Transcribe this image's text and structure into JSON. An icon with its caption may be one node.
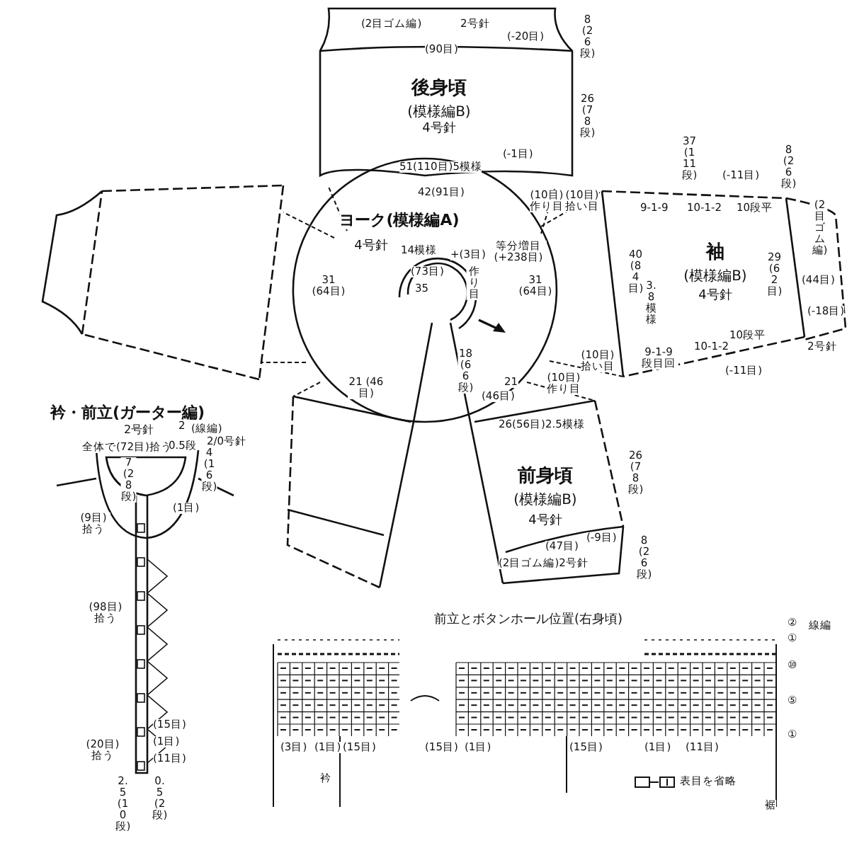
{
  "diagram": {
    "nodes": [
      {
        "text": [
          "後身頃",
          "(模様編B)",
          "4号針"
        ]
      },
      {
        "text": [
          "ヨーク(模様編A)",
          "4号針"
        ]
      },
      {
        "text": [
          "袖",
          "(模様編B)",
          "4号針"
        ]
      },
      {
        "text": [
          "前身頃",
          "(模様編B)",
          "4号針"
        ]
      },
      {
        "text": [],
        "shape": "box"
      },
      {
        "text": [],
        "shape": "box"
      },
      {
        "text": [
          "衿・前立(ガーター編)",
          "2号針"
        ]
      },
      {
        "text": [
          "前立とボタンホール位置(右身頃)"
        ]
      }
    ],
    "edges": [
      {
        "from": 1,
        "to": 0,
        "arrow": "none",
        "style": "dashed"
      },
      {
        "from": 1,
        "to": 0,
        "arrow": "none",
        "style": "dashed"
      },
      {
        "from": 1,
        "to": 2,
        "arrow": "none",
        "style": "dashed"
      },
      {
        "from": 1,
        "to": 2,
        "arrow": "none",
        "style": "dashed"
      },
      {
        "from": 1,
        "to": 4,
        "arrow": "none",
        "style": "dashed"
      },
      {
        "from": 1,
        "to": 4,
        "arrow": "none",
        "style": "dashed"
      },
      {
        "from": 1,
        "to": 5,
        "arrow": "none",
        "style": "dashed"
      },
      {
        "from": 1,
        "to": 3,
        "arrow": "none",
        "style": "dashed"
      }
    ],
    "labels": [
      "(2目ゴム編)",
      "2号針",
      "(90目)",
      "(-20目)",
      "8 (26段)",
      "26 (78段)",
      "(-1目)",
      "51(110目)5模様",
      "42(91目)",
      "(10目) 作り目",
      "(10目) 拾い目",
      "14模様",
      "+(3目)",
      "(73目)",
      "作り目",
      "35",
      "等分増目 (+238目)",
      "31 (64目)",
      "31 (64目)",
      "21 (46目)",
      "(46目)",
      "21",
      "18 (66段)",
      "(10目) 作り目",
      "(10目) 拾い目",
      "26(56目)2.5模様",
      "26 (78段)",
      "8 (26段)",
      "(-9目)",
      "(47目)",
      "(2目ゴム編)2号針",
      "37 (111段)",
      "8 (26段)",
      "(-11目)",
      "9-1-9",
      "10-1-2",
      "10段平",
      "40 (84目)",
      "3.8模様",
      "29 (62目)",
      "(2目ゴム編)",
      "(44目)",
      "(-18目)",
      "2号針",
      "10段平",
      "10-1-2",
      "9-1-9 段目回",
      "(-11目)",
      "全体で(72目)拾う",
      "0.5段",
      "2",
      "(線編)",
      "2/0号針",
      "7 (28段)",
      "4 (16段)",
      "(1目)",
      "(9目) 拾う",
      "(98目) 拾う",
      "(15目)",
      "(1目)",
      "(11目)",
      "(20目) 拾う",
      "2.5 (10段)",
      "0.5 (2段)",
      "②",
      "①",
      "線編",
      "⑩",
      "⑤",
      "①",
      "(3目)",
      "(1目)",
      "(15目)",
      "(15目)",
      "(1目)",
      "(15目)",
      "(1目)",
      "(11目)",
      "衿",
      "表目を省略",
      "裾"
    ]
  }
}
